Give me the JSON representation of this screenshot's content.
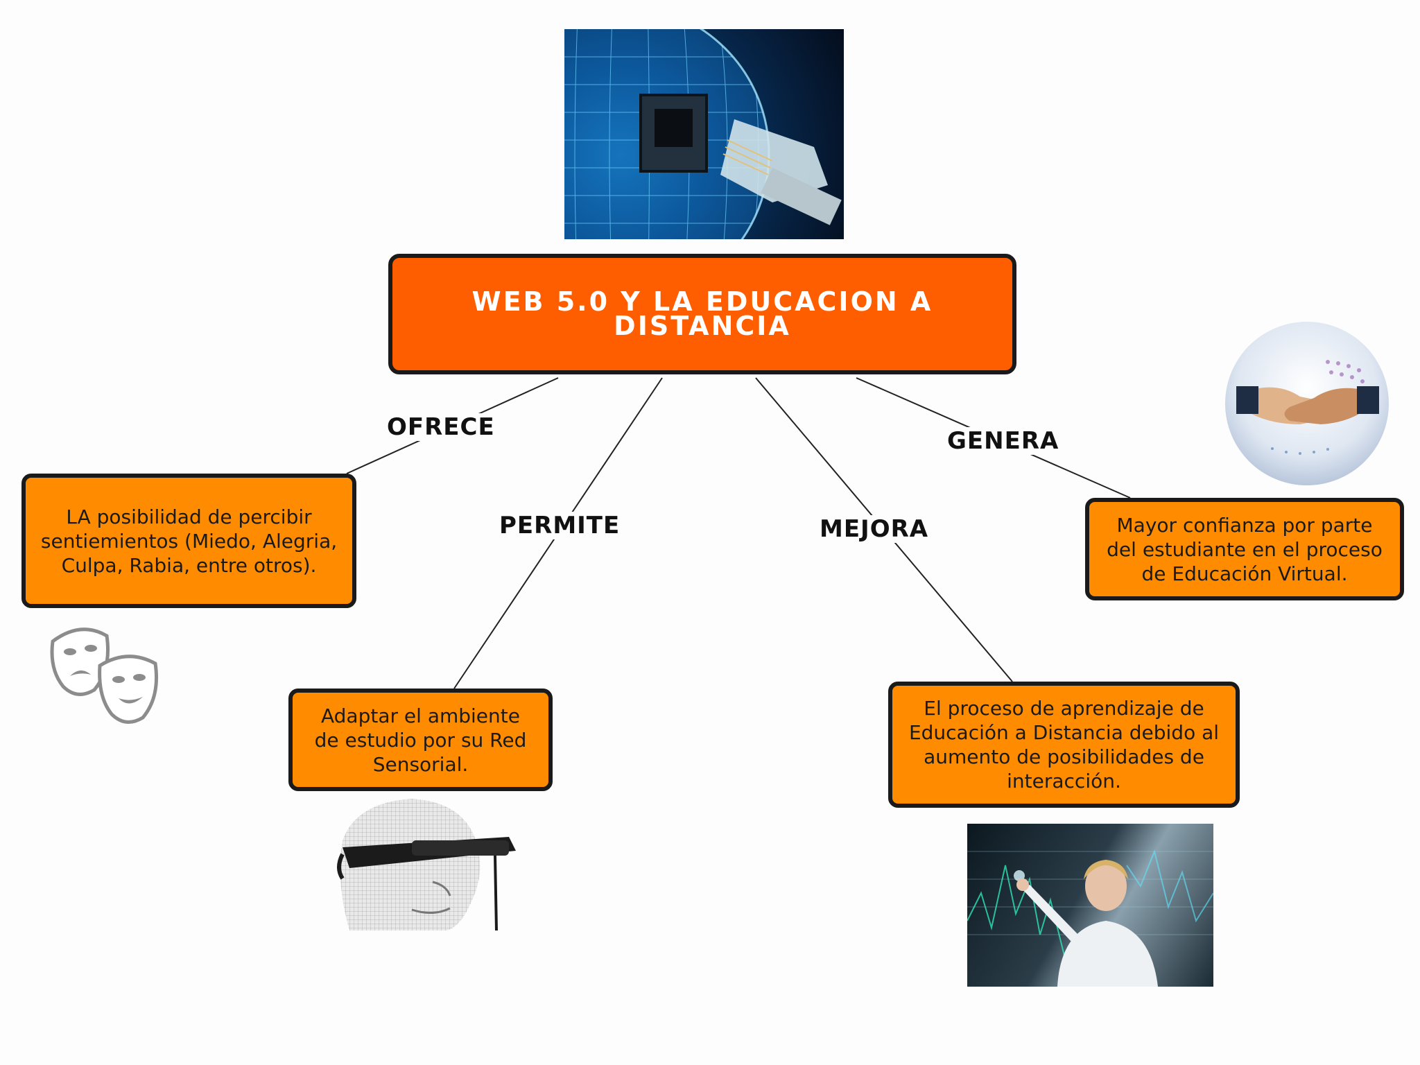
{
  "central": {
    "title": "WEB 5.0 Y LA EDUCACION A DISTANCIA"
  },
  "branches": {
    "ofrece": {
      "label": "OFRECE",
      "text": "LA posibilidad de percibir sentiemientos (Miedo, Alegria, Culpa, Rabia, entre otros)."
    },
    "permite": {
      "label": "PERMITE",
      "text": "Adaptar el ambiente de estudio por su Red Sensorial."
    },
    "mejora": {
      "label": "MEJORA",
      "text": "El proceso de aprendizaje de Educación a Distancia debido al aumento de posibilidades de interacción."
    },
    "genera": {
      "label": "GENERA",
      "text": "Mayor confianza por parte del estudiante en el proceso de Educación Virtual."
    }
  },
  "images": {
    "globe": "globe-network-cable-image",
    "handshake": "handshake-image",
    "masks": "theater-masks-icon",
    "vr": "vr-glasses-head-image",
    "hologram": "woman-hologram-interface-image"
  },
  "colors": {
    "node_fill": "#ff8c00",
    "main_fill": "#ff5e00",
    "border": "#1a1a1a"
  }
}
